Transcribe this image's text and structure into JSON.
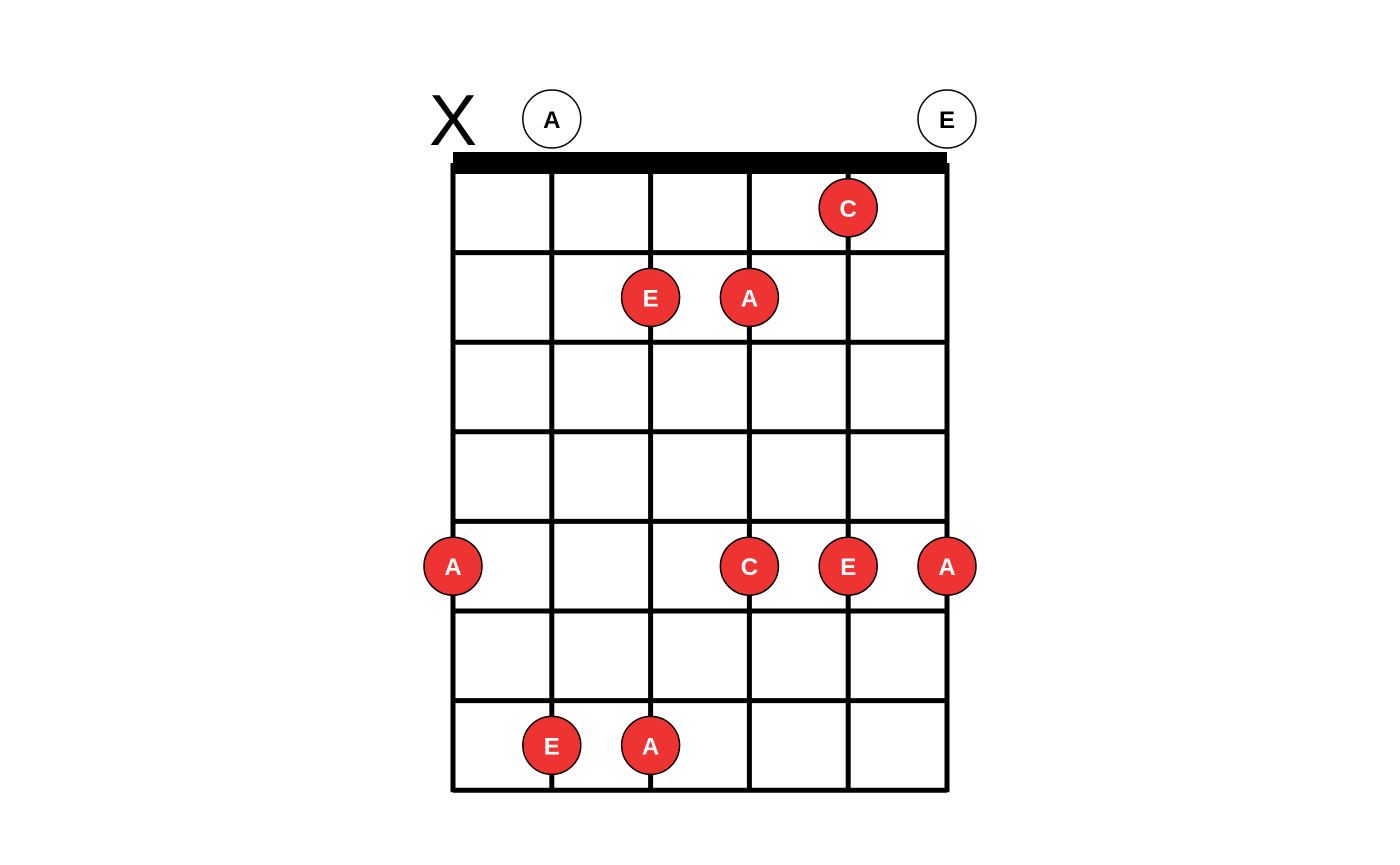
{
  "fretboard": {
    "strings": 6,
    "frets": 7,
    "nut": true,
    "string_states": [
      {
        "string": 1,
        "state": "muted",
        "symbol": "X"
      },
      {
        "string": 2,
        "state": "open",
        "note": "A"
      },
      {
        "string": 6,
        "state": "open",
        "note": "E"
      }
    ],
    "notes": [
      {
        "string": 5,
        "fret": 1,
        "note": "C"
      },
      {
        "string": 3,
        "fret": 2,
        "note": "E"
      },
      {
        "string": 4,
        "fret": 2,
        "note": "A"
      },
      {
        "string": 1,
        "fret": 5,
        "note": "A"
      },
      {
        "string": 4,
        "fret": 5,
        "note": "C"
      },
      {
        "string": 5,
        "fret": 5,
        "note": "E"
      },
      {
        "string": 6,
        "fret": 5,
        "note": "A"
      },
      {
        "string": 2,
        "fret": 7,
        "note": "E"
      },
      {
        "string": 3,
        "fret": 7,
        "note": "A"
      }
    ]
  },
  "colors": {
    "line": "#000000",
    "fretted_note_fill": "#ee3333",
    "fretted_note_text": "#ffffff",
    "open_note_fill": "#ffffff",
    "open_note_text": "#000000"
  }
}
